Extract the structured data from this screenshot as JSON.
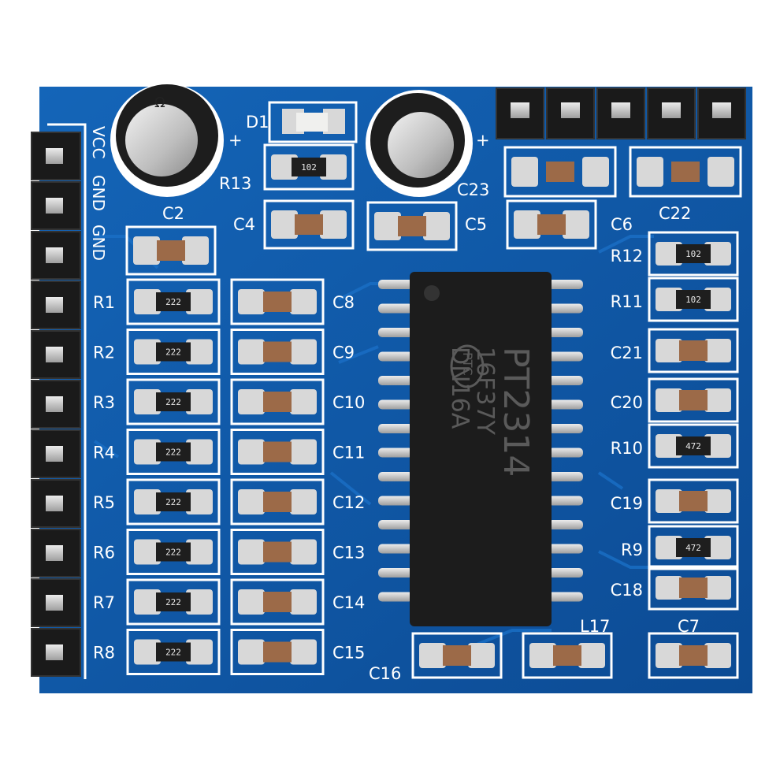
{
  "board": {
    "header_labels": [
      "VCC",
      "GND",
      "GND"
    ],
    "diode_label": "D1",
    "plus_sign": "+",
    "electrolytic_mark": "Ω",
    "chip": {
      "part": "PT2314",
      "line2": "16F37Y",
      "line3": "DN16A",
      "logo": "PTC"
    },
    "top_labels": [
      {
        "label": "R13",
        "code": "102"
      },
      {
        "label": "C2"
      },
      {
        "label": "C4"
      },
      {
        "label": "C5"
      },
      {
        "label": "C23"
      },
      {
        "label": "C6"
      },
      {
        "label": "C22"
      }
    ],
    "left_resistors": [
      {
        "label": "R1",
        "code": "222"
      },
      {
        "label": "R2",
        "code": "222"
      },
      {
        "label": "R3",
        "code": "222"
      },
      {
        "label": "R4",
        "code": "222"
      },
      {
        "label": "R5",
        "code": "222"
      },
      {
        "label": "R6",
        "code": "222"
      },
      {
        "label": "R7",
        "code": "222"
      },
      {
        "label": "R8",
        "code": "222"
      }
    ],
    "left_caps": [
      "C8",
      "C9",
      "C10",
      "C11",
      "C12",
      "C13",
      "C14",
      "C15"
    ],
    "right_parts": [
      {
        "label": "R12",
        "code": "102"
      },
      {
        "label": "R11",
        "code": "102"
      },
      {
        "label": "C21",
        "code": ""
      },
      {
        "label": "C20",
        "code": ""
      },
      {
        "label": "R10",
        "code": "472"
      },
      {
        "label": "C19",
        "code": ""
      },
      {
        "label": "R9",
        "code": "472"
      },
      {
        "label": "C18",
        "code": ""
      }
    ],
    "bottom_labels": [
      "C16",
      "L17",
      "C7"
    ]
  },
  "colors": {
    "pcb": "#0f56a6",
    "pcb_dark": "#0a3f80",
    "silkscreen": "#ffffff",
    "pad": "#d8d8d8",
    "resistor": "#1e1e1e",
    "capacitor": "#9c6a48",
    "chip": "#1c1c1c",
    "header": "#1a1a1a"
  }
}
